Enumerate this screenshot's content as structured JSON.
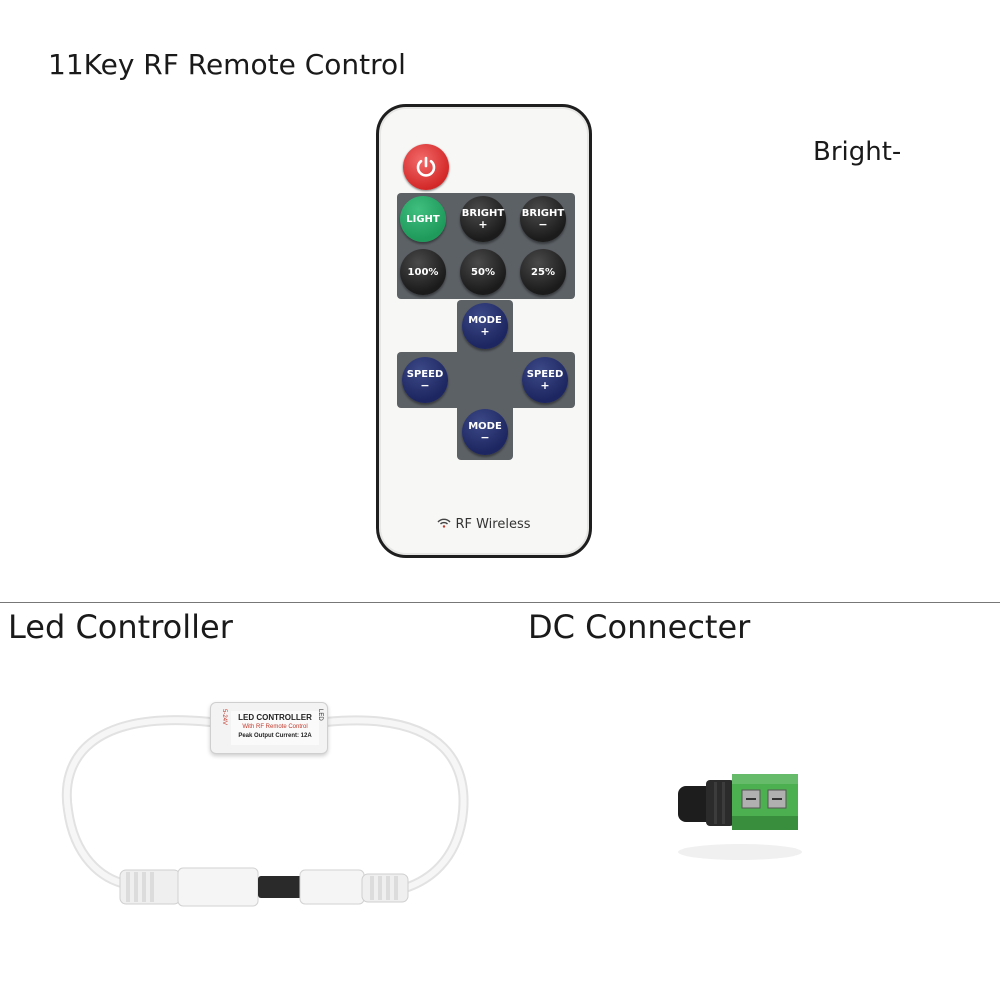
{
  "captions": {
    "remote": "11Key RF Remote Control",
    "bright": "Bright-",
    "led_controller": "Led Controller",
    "dc_connecter": "DC Connecter"
  },
  "remote": {
    "keys": {
      "light": "LIGHT",
      "bright_plus": "BRIGHT",
      "bright_minus": "BRIGHT",
      "pct100": "100%",
      "pct50": "50%",
      "pct25": "25%",
      "mode_plus": "MODE",
      "mode_minus": "MODE",
      "speed_minus": "SPEED",
      "speed_plus": "SPEED",
      "plus": "+",
      "minus": "−"
    },
    "brand": "RF Wireless",
    "colors": {
      "power": "#d42929",
      "light_key": "#1f9a5b",
      "mode_speed_keys": "#1d2660",
      "keypad_bg": "#5c6166"
    }
  },
  "led_controller": {
    "title": "LED CONTROLLER",
    "subtitle": "With RF Remote Control",
    "spec": "Peak Output Current: 12A",
    "voltage": "5-24V",
    "led_label": "LED"
  }
}
